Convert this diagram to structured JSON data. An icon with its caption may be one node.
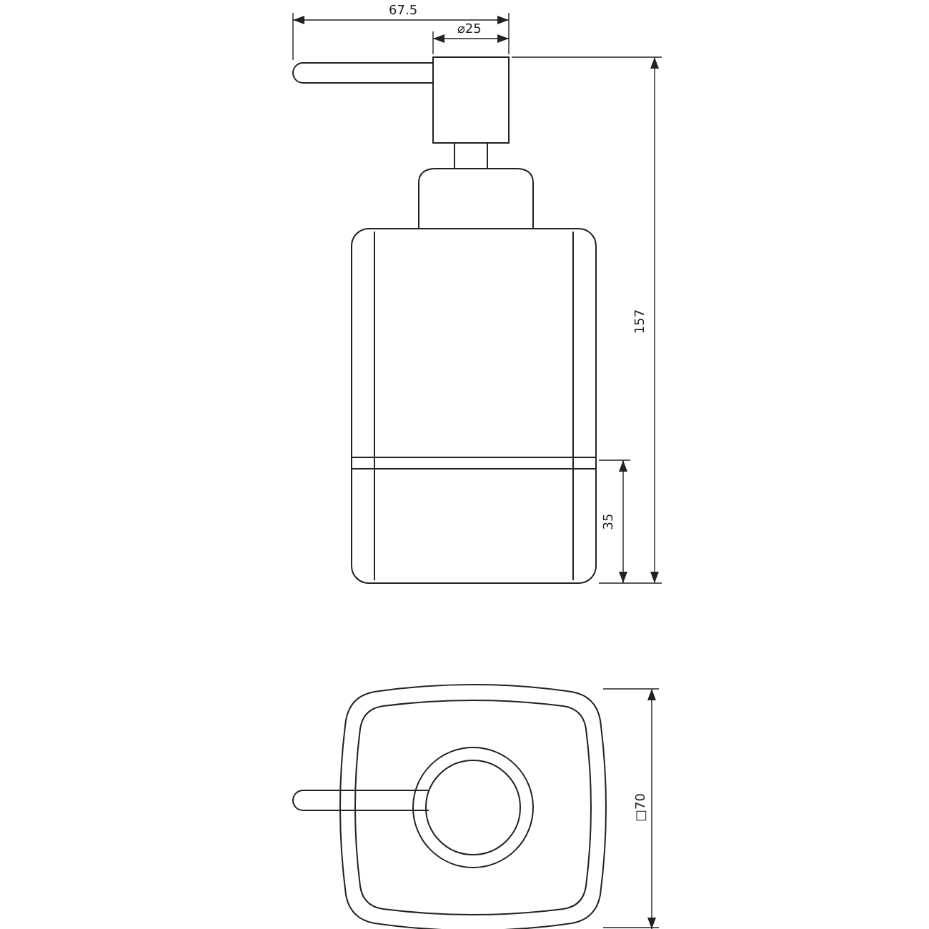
{
  "diagram": {
    "labels": [
      "67.5",
      "⌀25",
      "157",
      "35",
      "□70"
    ]
  }
}
